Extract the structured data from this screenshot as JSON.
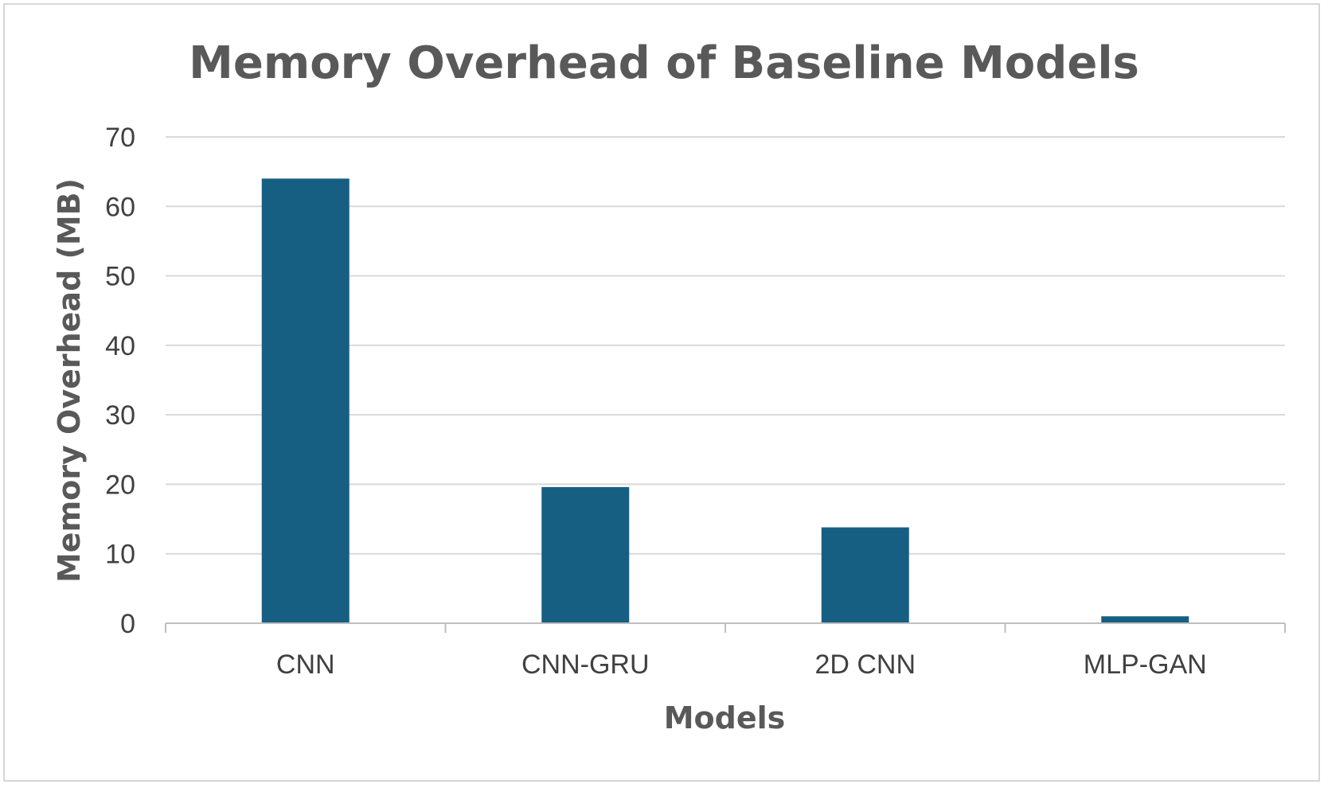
{
  "chart_data": {
    "type": "bar",
    "title": "Memory Overhead of Baseline Models",
    "xlabel": "Models",
    "ylabel": "Memory Overhead (MB)",
    "categories": [
      "CNN",
      "CNN-GRU",
      "2D CNN",
      "MLP-GAN"
    ],
    "values": [
      64,
      19.6,
      13.8,
      1
    ],
    "ylim": [
      0,
      70
    ],
    "yticks": [
      0,
      10,
      20,
      30,
      40,
      50,
      60,
      70
    ],
    "grid": true,
    "legend": "none",
    "bar_color": "#175f82",
    "grid_color": "#d9d9d9",
    "axis_color": "#bfbfbf"
  }
}
